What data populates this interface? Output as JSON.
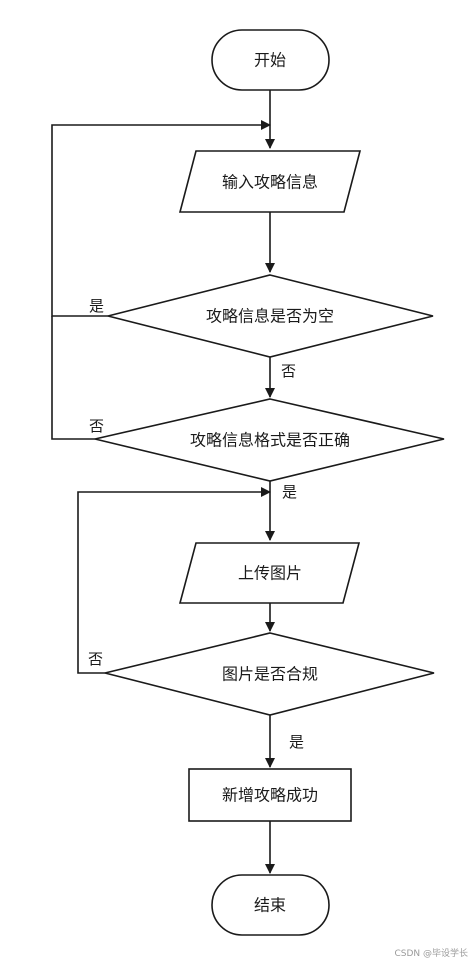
{
  "nodes": {
    "start": "开始",
    "input_strategy": "输入攻略信息",
    "check_empty": "攻略信息是否为空",
    "check_format": "攻略信息格式是否正确",
    "upload_image": "上传图片",
    "check_image": "图片是否合规",
    "add_success": "新增攻略成功",
    "end": "结束"
  },
  "edge_labels": {
    "empty_yes": "是",
    "empty_no": "否",
    "format_no": "否",
    "format_yes": "是",
    "image_no": "否",
    "image_yes": "是"
  },
  "colors": {
    "stroke": "#1a1a1a",
    "fill": "#ffffff",
    "text": "#1a1a1a"
  },
  "watermark": "CSDN @毕设学长"
}
